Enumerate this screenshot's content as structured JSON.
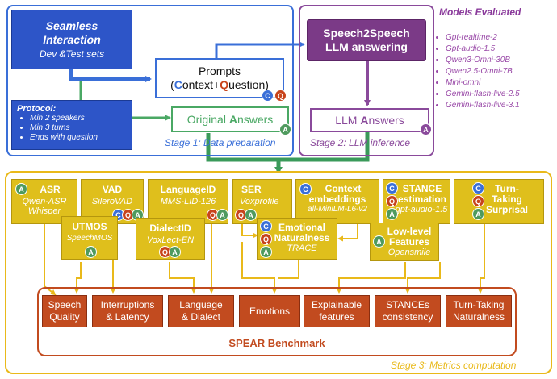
{
  "stage1": {
    "label": "Stage 1: Data preparation",
    "seamless_title": "Seamless Interaction",
    "seamless_sub": "Dev &Test sets",
    "protocol_title": "Protocol:",
    "protocol_items": [
      "Min 2 speakers",
      "Min 3 turns",
      "Ends with question"
    ],
    "prompts_title": "Prompts",
    "prompts_open": "(",
    "prompts_c": "C",
    "prompts_context_rest": "ontext",
    "prompts_plus": "+",
    "prompts_q": "Q",
    "prompts_question_rest": "uestion",
    "prompts_close": ")",
    "original_answers_pre": "Original ",
    "original_answers_a": "A",
    "original_answers_post": "nswers"
  },
  "stage2": {
    "label": "Stage 2: LLM inference",
    "s2s_title": "Speech2Speech LLM answering",
    "llm_answers_pre": "LLM ",
    "llm_answers_a": "A",
    "llm_answers_post": "nswers"
  },
  "models": {
    "title": "Models Evaluated",
    "items": [
      "Gpt-realtime-2",
      "Gpt-audio-1.5",
      "Qwen3-Omni-30B",
      "Qwen2.5-Omni-7B",
      "Mini-omni",
      "Gemini-flash-live-2.5",
      "Gemini-flash-live-3.1"
    ]
  },
  "stage3": {
    "label": "Stage 3: Metrics computation",
    "asr": {
      "title": "ASR",
      "sub1": "Qwen-ASR",
      "sub2": "Whisper"
    },
    "vad": {
      "title": "VAD",
      "sub": "SileroVAD"
    },
    "langid": {
      "title": "LanguageID",
      "sub": "MMS-LID-126"
    },
    "ser": {
      "title": "SER",
      "sub": "Voxprofile"
    },
    "context": {
      "title1": "Context",
      "title2": "embeddings",
      "sub": "all-MiniLM-L6-v2"
    },
    "stance": {
      "title1": "STANCE",
      "title2": "estimation",
      "sub": "gpt-audio-1.5"
    },
    "turn": {
      "title1": "Turn-",
      "title2": "Taking",
      "title3": "Surprisal"
    },
    "utmos": {
      "title": "UTMOS",
      "sub": "SpeechMOS"
    },
    "dialect": {
      "title": "DialectID",
      "sub": "VoxLect-EN"
    },
    "emotional": {
      "title1": "Emotional",
      "title2": "Naturalness",
      "sub": "TRACE"
    },
    "lowlevel": {
      "title1": "Low-level",
      "title2": "Features",
      "sub": "Opensmile"
    },
    "results": [
      {
        "l1": "Speech",
        "l2": "Quality"
      },
      {
        "l1": "Interruptions",
        "l2": "& Latency"
      },
      {
        "l1": "Language",
        "l2": "& Dialect"
      },
      {
        "l1": "Emotions",
        "l2": ""
      },
      {
        "l1": "Explainable",
        "l2": "features"
      },
      {
        "l1": "STANCEs",
        "l2": "consistency"
      },
      {
        "l1": "Turn-Taking",
        "l2": "Naturalness"
      }
    ],
    "benchmark_title": "SPEAR Benchmark"
  },
  "badges": {
    "c": "C",
    "q": "Q",
    "a": "A"
  },
  "colors": {
    "blue": "#3a6fd8",
    "purple": "#8a4a9b",
    "gold": "#e9b91a",
    "result": "#c24b1f",
    "green": "#4aa864"
  }
}
